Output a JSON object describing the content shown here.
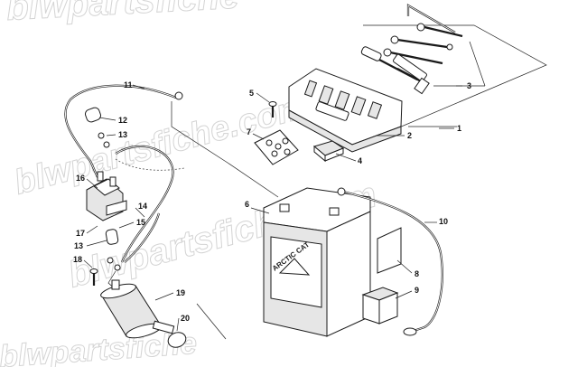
{
  "watermark": {
    "text": "blwpartsfiche.com",
    "text_top": "blwpartsfiche"
  },
  "battery": {
    "brand": "ARCTIC CAT"
  },
  "callouts": [
    {
      "id": "1",
      "label": "1"
    },
    {
      "id": "2",
      "label": "2"
    },
    {
      "id": "3",
      "label": "3"
    },
    {
      "id": "4",
      "label": "4"
    },
    {
      "id": "5",
      "label": "5"
    },
    {
      "id": "6",
      "label": "6"
    },
    {
      "id": "7",
      "label": "7"
    },
    {
      "id": "8",
      "label": "8"
    },
    {
      "id": "9",
      "label": "9"
    },
    {
      "id": "10",
      "label": "10"
    },
    {
      "id": "11",
      "label": "11"
    },
    {
      "id": "12",
      "label": "12"
    },
    {
      "id": "13a",
      "label": "13"
    },
    {
      "id": "13b",
      "label": "13"
    },
    {
      "id": "14",
      "label": "14"
    },
    {
      "id": "15",
      "label": "15"
    },
    {
      "id": "16",
      "label": "16"
    },
    {
      "id": "17",
      "label": "17"
    },
    {
      "id": "18",
      "label": "18"
    },
    {
      "id": "19",
      "label": "19"
    },
    {
      "id": "20",
      "label": "20"
    }
  ]
}
